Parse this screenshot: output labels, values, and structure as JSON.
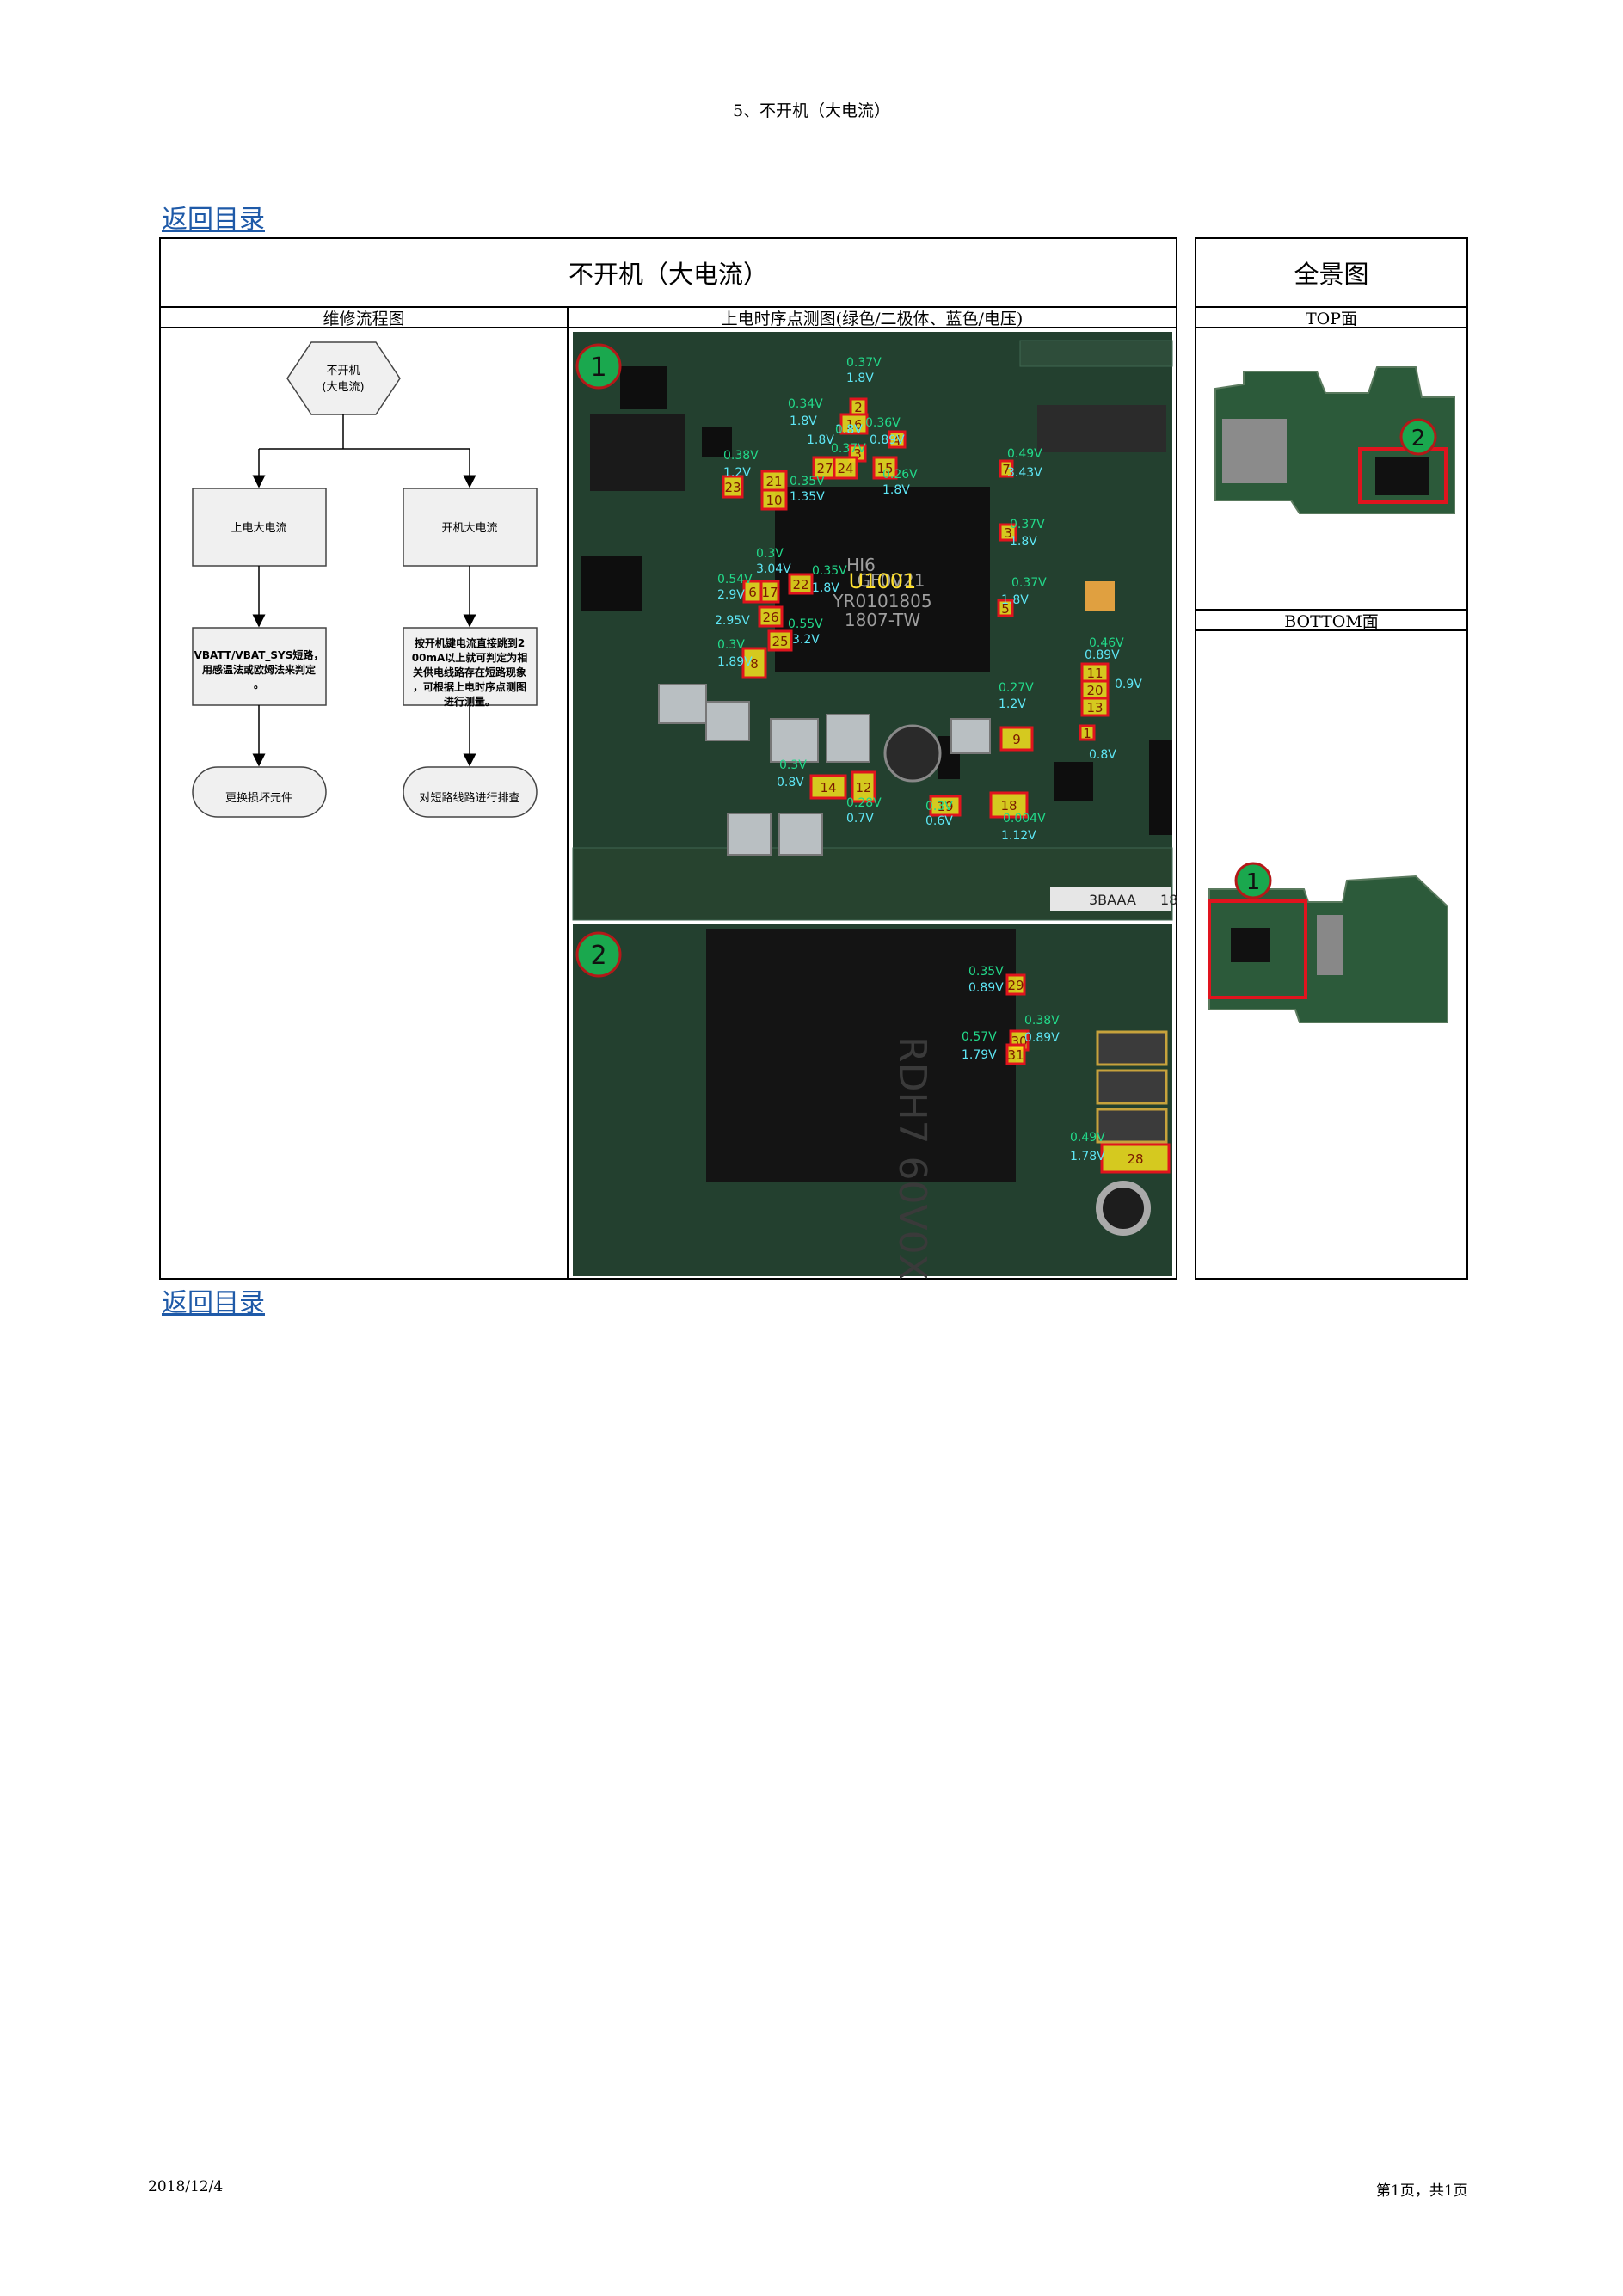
{
  "page_header": "5、不开机（大电流）",
  "toc_link_top": "返回目录",
  "toc_link_bottom": "返回目录",
  "table": {
    "title": "不开机（大电流）",
    "overview_title": "全景图",
    "col_flow": "维修流程图",
    "col_measure": "上电时序点测图(绿色/二极体、蓝色/电压)",
    "top_label": "TOP面",
    "bottom_label": "BOTTOM面"
  },
  "flowchart": {
    "start": "不开机\n(大电流)",
    "left_branch": "上电大电流",
    "right_branch": "开机大电流",
    "left_step": "VBATT/VBAT_SYS短路，用感温法或欧姆法来判定。",
    "right_step": "按开机键电流直接跳到200mA以上就可判定为相关供电线路存在短路现象，可根据上电时序点测图进行测量。",
    "left_end": "更换损坏元件",
    "right_end": "对短路线路进行排查"
  },
  "board1": {
    "badge": "1",
    "chip_label": "U1001",
    "chip_marking_1": "HI6",
    "chip_marking_2": "GF0V21",
    "chip_marking_3": "YR0101805",
    "chip_marking_4": "1807-TW",
    "tape_text": "3BAAA",
    "edge_text": "18",
    "points": [
      {
        "n": "2",
        "diode": "0.37V",
        "volt": "1.8V"
      },
      {
        "n": "16",
        "diode": "0.34V",
        "volt": "1.8V"
      },
      {
        "n": "3",
        "diode": "0.3V",
        "volt": "1.8V"
      },
      {
        "n": "4",
        "diode": "0.36V",
        "volt": "0.89V"
      },
      {
        "n": "27",
        "diode": "0.37V",
        "volt": "1.8V"
      },
      {
        "n": "24",
        "diode": "",
        "volt": ""
      },
      {
        "n": "15",
        "diode": "0.26V",
        "volt": "1.8V"
      },
      {
        "n": "23",
        "diode": "0.38V",
        "volt": "1.2V"
      },
      {
        "n": "21",
        "diode": "",
        "volt": ""
      },
      {
        "n": "10",
        "diode": "0.35V",
        "volt": "1.35V"
      },
      {
        "n": "7",
        "diode": "0.49V",
        "volt": "3.43V"
      },
      {
        "n": "3",
        "diode": "0.37V",
        "volt": "1.8V"
      },
      {
        "n": "6",
        "diode": "0.54V",
        "volt": "2.9V"
      },
      {
        "n": "17",
        "diode": "0.3V",
        "volt": "3.04V"
      },
      {
        "n": "22",
        "diode": "0.35V",
        "volt": "1.8V"
      },
      {
        "n": "26",
        "diode": "",
        "volt": "2.95V"
      },
      {
        "n": "25",
        "diode": "0.55V",
        "volt": "3.2V"
      },
      {
        "n": "8",
        "diode": "0.3V",
        "volt": "1.89V"
      },
      {
        "n": "5",
        "diode": "0.37V",
        "volt": "1.8V"
      },
      {
        "n": "11",
        "diode": "0.46V",
        "volt": "0.89V"
      },
      {
        "n": "20",
        "diode": "",
        "volt": "0.9V"
      },
      {
        "n": "13",
        "diode": "",
        "volt": ""
      },
      {
        "n": "9",
        "diode": "0.27V",
        "volt": "1.2V"
      },
      {
        "n": "14",
        "diode": "0.3V",
        "volt": "0.8V"
      },
      {
        "n": "12",
        "diode": "0.28V",
        "volt": "0.7V"
      },
      {
        "n": "19",
        "diode": "0.3V",
        "volt": "0.6V"
      },
      {
        "n": "18",
        "diode": "0.004V",
        "volt": "1.12V"
      },
      {
        "n": "1",
        "diode": "",
        "volt": "0.8V"
      }
    ]
  },
  "board2": {
    "badge": "2",
    "chip_marking": "RDH7 60V0X",
    "points": [
      {
        "n": "29",
        "diode": "0.35V",
        "volt": "0.89V"
      },
      {
        "n": "30",
        "diode": "0.38V",
        "volt": "0.89V"
      },
      {
        "n": "31",
        "diode": "0.57V",
        "volt": "1.79V"
      },
      {
        "n": "28",
        "diode": "0.49V",
        "volt": "1.78V"
      }
    ]
  },
  "overview": {
    "top_badge": "2",
    "bottom_badge": "1"
  },
  "footer": {
    "date": "2018/12/4",
    "page": "第1页，共1页"
  },
  "colors": {
    "diode_green": "#22d98a",
    "volt_cyan": "#5ee6f5",
    "marker_red": "#e0141e",
    "marker_yellow": "#f5e21c",
    "badge_green": "#1aa84e",
    "link_blue": "#1f5aa8",
    "pcb_green": "#20382c"
  }
}
